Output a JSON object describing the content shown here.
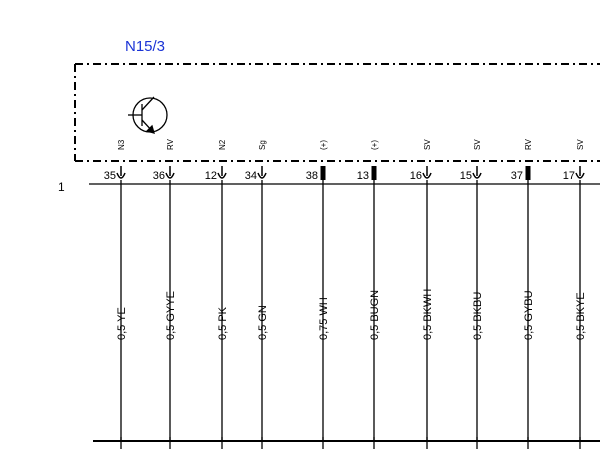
{
  "diagram": {
    "component_label": "N15/3",
    "connector_label": "1",
    "pins": [
      {
        "pin": "35",
        "signal": "N3",
        "wire": "0,5 YE",
        "thick": false
      },
      {
        "pin": "36",
        "signal": "RV",
        "wire": "0,5 GYYE",
        "thick": false
      },
      {
        "pin": "12",
        "signal": "N2",
        "wire": "0,5 PK",
        "thick": false
      },
      {
        "pin": "34",
        "signal": "Sg",
        "wire": "0,5 GN",
        "thick": false
      },
      {
        "pin": "38",
        "signal": "(+)",
        "wire": "0,75 WH",
        "thick": true
      },
      {
        "pin": "13",
        "signal": "(+)",
        "wire": "0,5 BUGN",
        "thick": true
      },
      {
        "pin": "16",
        "signal": "SV",
        "wire": "0,5 BKWH",
        "thick": false
      },
      {
        "pin": "15",
        "signal": "SV",
        "wire": "0,5 BKBU",
        "thick": false
      },
      {
        "pin": "37",
        "signal": "RV",
        "wire": "0,5 GYBU",
        "thick": true
      },
      {
        "pin": "17",
        "signal": "SV",
        "wire": "0,5 BKYE",
        "thick": false
      }
    ],
    "colors": {
      "title": "#1a33d6",
      "line": "#000000"
    },
    "icons": {
      "component_symbol": "transistor-icon"
    }
  }
}
